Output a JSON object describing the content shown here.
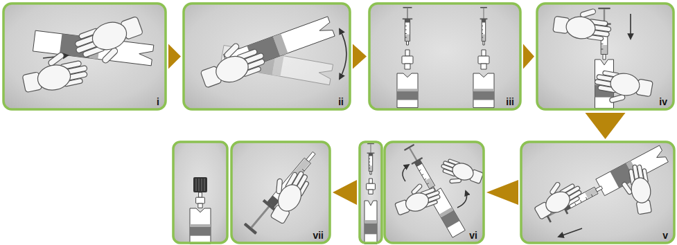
{
  "diagram": {
    "nodes": [
      {
        "text": [
          "i"
        ]
      },
      {
        "text": [
          "ii"
        ]
      },
      {
        "text": [
          "iii"
        ]
      },
      {
        "text": [
          "iv"
        ]
      },
      {
        "text": [
          "v"
        ]
      },
      {
        "text": [
          "vi"
        ]
      },
      {
        "text": [
          "vii"
        ]
      }
    ],
    "edges": [
      {
        "from": 0,
        "to": 1,
        "arrow": "to"
      },
      {
        "from": 1,
        "to": 2,
        "arrow": "to"
      },
      {
        "from": 2,
        "to": 3,
        "arrow": "to"
      },
      {
        "from": 3,
        "to": 4,
        "arrow": "to"
      },
      {
        "from": 4,
        "to": 5,
        "arrow": "to"
      },
      {
        "from": 5,
        "to": 6,
        "arrow": "to"
      }
    ]
  }
}
